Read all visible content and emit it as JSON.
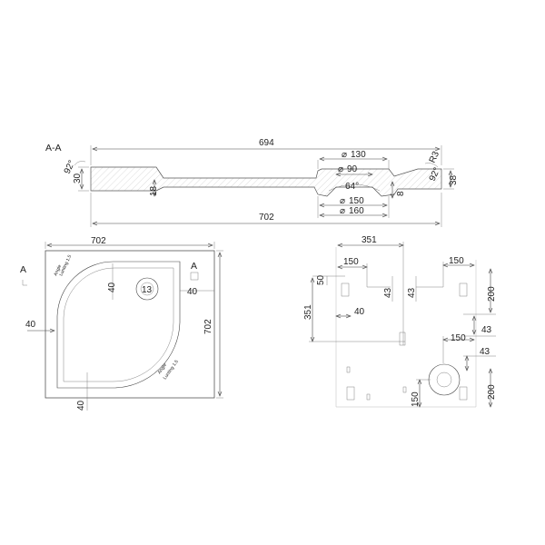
{
  "section": {
    "label": "A-A",
    "dims": {
      "top_width": "694",
      "bottom_width": "702",
      "left_height": "30",
      "left_angle": "92°",
      "left_inner_height": "18",
      "right_height": "38",
      "right_angle": "92°",
      "radius": "R3",
      "drain_depth": "8",
      "outer_dia": "130",
      "inner_dia": "90",
      "cone_angle": "64°",
      "hole_dia_1": "150",
      "hole_dia_2": "160"
    },
    "diameter_symbol": "⌀"
  },
  "top_view": {
    "width": "702",
    "height": "702",
    "drain_label": "13",
    "offset_left": "40",
    "offset_top_inner": "40",
    "offset_right": "40",
    "offset_bottom": "40",
    "section_marker_left": "A",
    "section_marker_right": "A",
    "note_text_1": "Angle",
    "note_text_2": "Lunting 1.5",
    "note_text_3": "Angle",
    "note_text_4": "Lunting 1.5"
  },
  "bottom_view": {
    "width_351": "351",
    "height_351": "351",
    "dim_150_a": "150",
    "dim_150_b": "150",
    "dim_150_c": "150",
    "dim_150_d": "150",
    "dim_50": "50",
    "dim_43_a": "43",
    "dim_43_b": "43",
    "dim_43_c": "43",
    "dim_43_d": "43",
    "dim_40": "40",
    "dim_200_a": "200",
    "dim_200_b": "200"
  }
}
